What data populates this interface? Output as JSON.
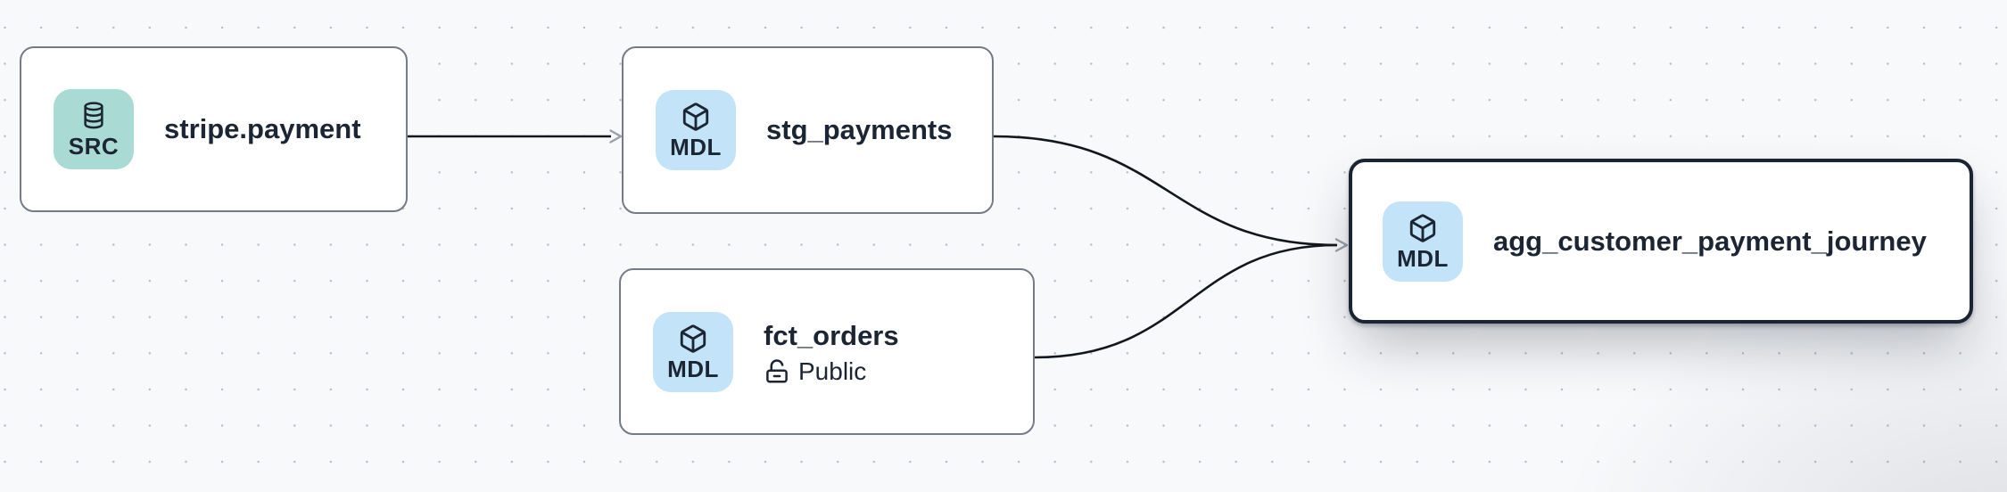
{
  "canvas": {
    "type": "lineage-graph"
  },
  "colors": {
    "canvas_bg": "#f8f9fb",
    "dot": "#b6bbc4",
    "node_bg": "#ffffff",
    "node_border": "#747b87",
    "selected_border": "#1b2433",
    "edge": "#12161d",
    "arrow": "#98a0ab",
    "text": "#1b2533",
    "source_badge_bg": "#a9dbd4",
    "model_badge_bg": "#c3e4f8"
  },
  "nodes": {
    "stripe_payment": {
      "label": "stripe.payment",
      "badge": "SRC",
      "type": "source",
      "icon": "database-icon",
      "selected": false
    },
    "stg_payments": {
      "label": "stg_payments",
      "badge": "MDL",
      "type": "model",
      "icon": "cube-icon",
      "selected": false
    },
    "fct_orders": {
      "label": "fct_orders",
      "badge": "MDL",
      "type": "model",
      "icon": "cube-icon",
      "access": "Public",
      "access_icon": "unlock-icon",
      "selected": false
    },
    "agg_customer_payment_journey": {
      "label": "agg_customer_payment_journey",
      "badge": "MDL",
      "type": "model",
      "icon": "cube-icon",
      "selected": true
    }
  },
  "edges": [
    {
      "from": "stripe_payment",
      "to": "stg_payments"
    },
    {
      "from": "stg_payments",
      "to": "agg_customer_payment_journey"
    },
    {
      "from": "fct_orders",
      "to": "agg_customer_payment_journey"
    }
  ]
}
